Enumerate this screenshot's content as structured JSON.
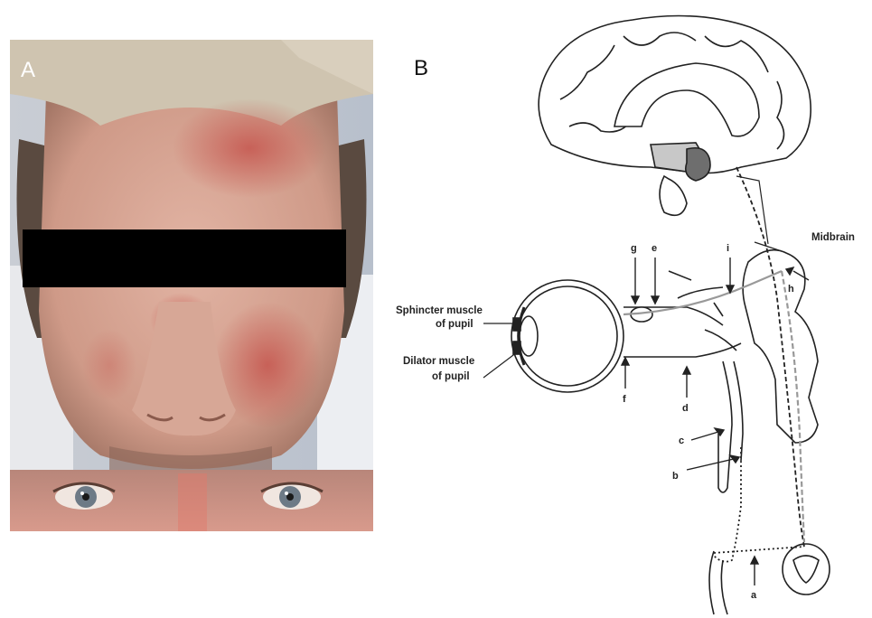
{
  "panel_a": {
    "label": "A"
  },
  "panel_b": {
    "label": "B",
    "labels": {
      "midbrain": "Midbrain",
      "sphincter_line1": "Sphincter muscle",
      "sphincter_line2": "of pupil",
      "dilator_line1": "Dilator muscle",
      "dilator_line2": "of pupil"
    },
    "letters": {
      "a": "a",
      "b": "b",
      "c": "c",
      "d": "d",
      "e": "e",
      "f": "f",
      "g": "g",
      "h": "h",
      "i": "i"
    }
  },
  "colors": {
    "redaction_bar": "#000000",
    "skin": "#d19a8a",
    "flush": "#c8594e",
    "cap": "#cfc4b0"
  }
}
